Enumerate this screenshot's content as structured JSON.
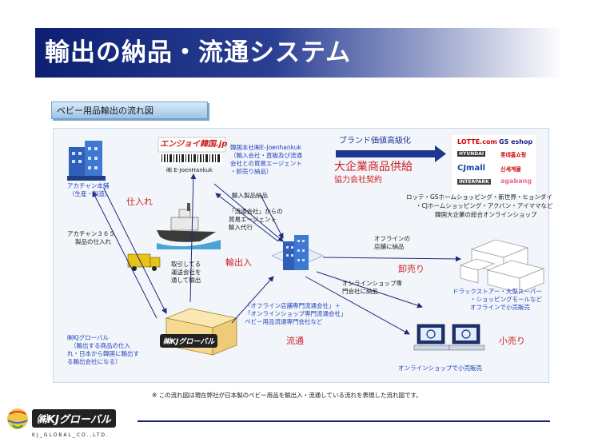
{
  "title": "輸出の納品・流通システム",
  "section_label": "ベビー用品輸出の流れ図",
  "nodes": {
    "manufacturer": [
      "アカチャン本舗",
      "（生産・製造）"
    ],
    "sales": [
      "アカチャン３６５",
      "製品の仕入れ"
    ],
    "kj": [
      "㈱KJグローバル",
      "（輸出する商品の仕入",
      "れ・日本から韓国に輸出す",
      "る輸出会社になる）"
    ],
    "korea_hq": [
      "韓国本社㈱E-Joenhankuk",
      "（輸入会社・直販及び流通",
      "会社との貿易エージェント",
      "・卸売り納品）"
    ],
    "korea_brand": "エンジョイ韓国.jp",
    "korea_brand_sub": "㈱ E-JoenHankuk",
    "import_sales": "輸入製品納品",
    "distributor_agent": [
      "「流通会社」からの",
      "貿易エージェント",
      "輸入代行"
    ],
    "customs": [
      "取引してる",
      "運送会社を",
      "通して輸出"
    ],
    "offline_store": [
      "オフラインの",
      "店舗に納品"
    ],
    "online_store": [
      "オンラインショップ専",
      "門会社に納品"
    ],
    "distribution_companies": [
      "「オフライン店舗専門流通会社」＋",
      "「オンラインショップ専門流通会社」",
      "ベビー用品流通専門会社など"
    ],
    "drugstore": [
      "ドラックストアー・大型スーパー",
      "・ショッピングモールなど",
      "オフラインで小売販売"
    ],
    "online_retail": "オンラインショップで小売販売",
    "brand_upgrade": "ブランド価値高級化",
    "big_supply": "大企業商品供給",
    "partner_contract": "協力会社契約",
    "retail_partners": [
      "ロッテ・GSホームショッピング・新世界・ヒョンダイ",
      "・CJホームショッピング・アクバン・アイママなど",
      "韓国大企業の総合オンラインショップ"
    ]
  },
  "stage_labels": {
    "shiire": "仕入れ",
    "yushutsu": "輸出入",
    "oroshi": "卸売り",
    "ryutsu": "流通",
    "kouri": "小売り"
  },
  "partner_logos": [
    "LOTTE.com",
    "GS eshop",
    "HYUNDAI",
    "롯데홈쇼핑",
    "CJmall",
    "신세계몰",
    "INTERPARK",
    "agabang"
  ],
  "kj_badge": "㈱KJグローバル",
  "note": "※ この流れ図は現在弊社が日本製のベビー用品を輸出入・流通している流れを表現した流れ図です。",
  "footer_logo": "㈱KJグローバル",
  "footer_logo_sub": "KJ_GLOBAL_CO.,LTD."
}
